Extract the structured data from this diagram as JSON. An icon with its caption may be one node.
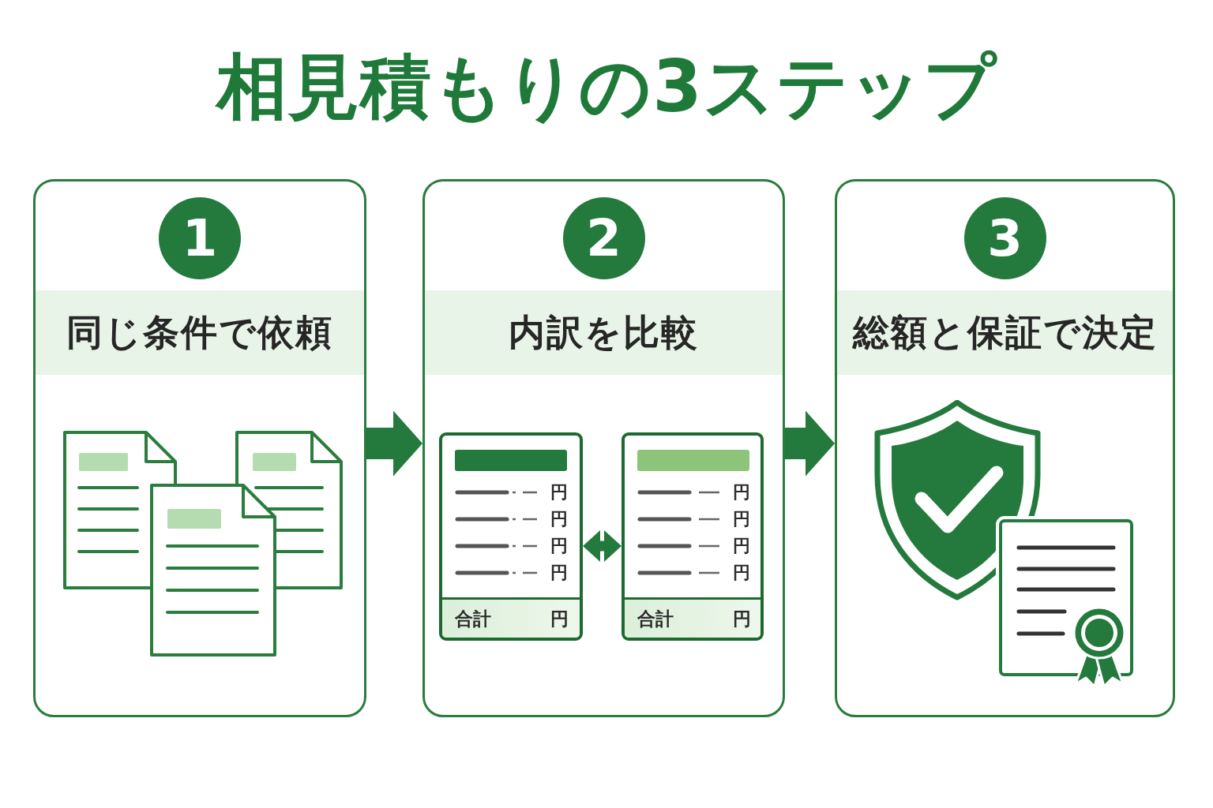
{
  "diagram": {
    "title": "相見積もりの3ステップ",
    "nodes": [
      {
        "text": [
          "同じ条件で依頼"
        ]
      },
      {
        "text": [
          "1"
        ],
        "in": 0
      },
      {
        "text": [
          "内訳を比較"
        ]
      },
      {
        "text": [
          "2"
        ],
        "in": 2
      },
      {
        "text": [
          "円",
          "円",
          "円",
          "円",
          "合計",
          "円"
        ],
        "in": 2
      },
      {
        "text": [
          "円",
          "円",
          "円",
          "円",
          "合計",
          "円"
        ],
        "in": 2
      },
      {
        "text": [
          "総額と保証で決定"
        ]
      },
      {
        "text": [
          "3"
        ],
        "in": 6
      }
    ],
    "edges": [
      {
        "from": 0,
        "to": 2,
        "arrow": "to"
      },
      {
        "from": 2,
        "to": 6,
        "arrow": "to"
      },
      {
        "from": 4,
        "to": 5,
        "arrow": "both"
      }
    ]
  }
}
